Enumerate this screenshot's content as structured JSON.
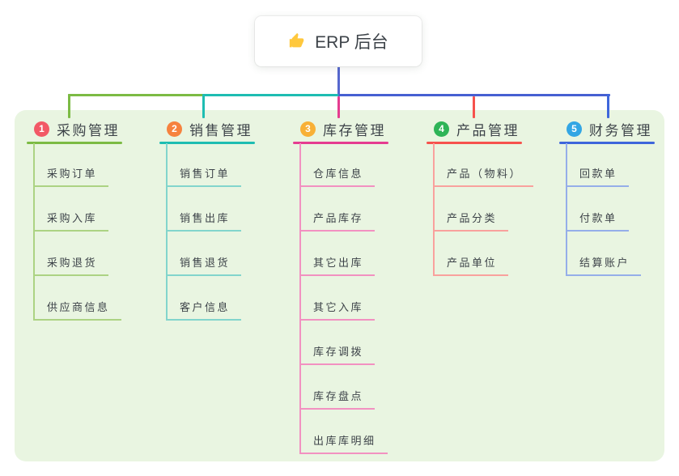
{
  "root": {
    "title": "ERP 后台",
    "icon": "thumbs-up-icon",
    "icon_color": "#FFC83D"
  },
  "canvas": {
    "background": "#ffffff",
    "panel_background": "#E9F5E1",
    "text_color": "#3d4349"
  },
  "connectors": {
    "root_line": "#5667CE",
    "bus_left": "#7CBB44",
    "bus_middle": "#1EBDB2",
    "bus_right": "#4660D2"
  },
  "branches": [
    {
      "badge": "1",
      "title": "采购管理",
      "badge_color": "#F25966",
      "line_color": "#7CBB44",
      "child_line_color": "#ACD383",
      "children": [
        "采购订单",
        "采购入库",
        "采购退货",
        "供应商信息"
      ]
    },
    {
      "badge": "2",
      "title": "销售管理",
      "badge_color": "#F6823E",
      "line_color": "#1EBDB2",
      "child_line_color": "#82D5CC",
      "children": [
        "销售订单",
        "销售出库",
        "销售退货",
        "客户信息"
      ]
    },
    {
      "badge": "3",
      "title": "库存管理",
      "badge_color": "#F8B036",
      "line_color": "#E53C90",
      "child_line_color": "#F291C1",
      "children": [
        "仓库信息",
        "产品库存",
        "其它出库",
        "其它入库",
        "库存调拨",
        "库存盘点",
        "出库库明细"
      ]
    },
    {
      "badge": "4",
      "title": "产品管理",
      "badge_color": "#2EB457",
      "line_color": "#F6524D",
      "child_line_color": "#F9A19D",
      "children": [
        "产品（物料）",
        "产品分类",
        "产品单位"
      ]
    },
    {
      "badge": "5",
      "title": "财务管理",
      "badge_color": "#33A6E4",
      "line_color": "#3E66DB",
      "child_line_color": "#95AEE9",
      "children": [
        "回款单",
        "付款单",
        "结算账户"
      ]
    }
  ]
}
